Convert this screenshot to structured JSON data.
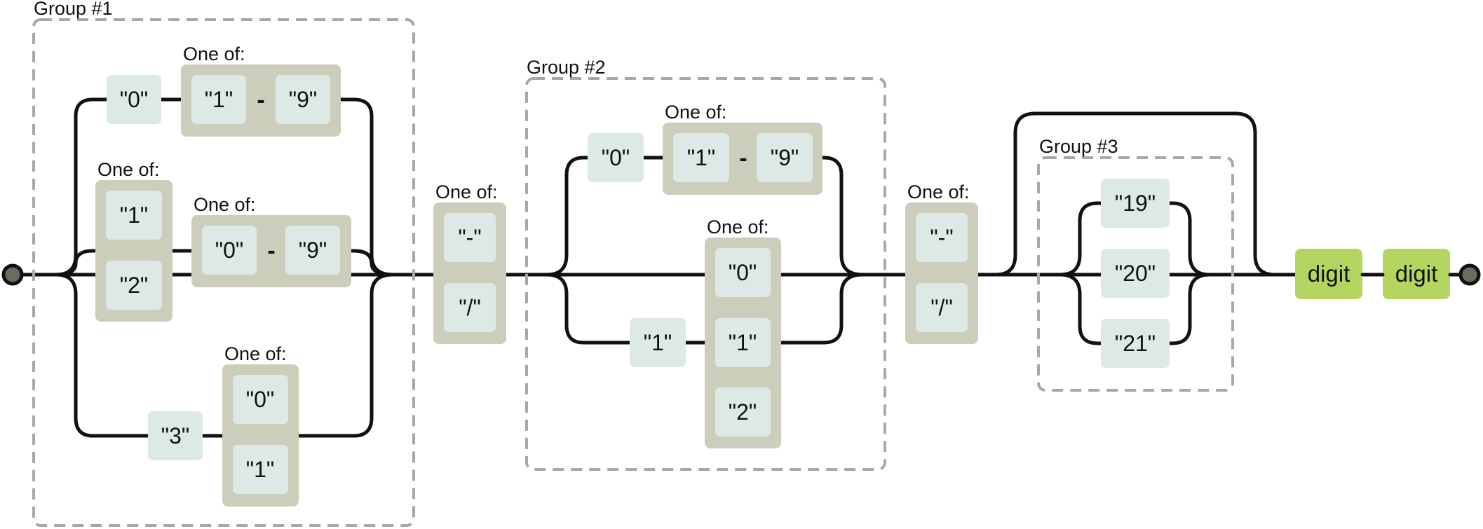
{
  "groups": {
    "g1": "Group #1",
    "g2": "Group #2",
    "g3": "Group #3"
  },
  "one_of": "One of:",
  "range_dash": "-",
  "g1": {
    "top_zero": "\"0\"",
    "top_from": "\"1\"",
    "top_to": "\"9\"",
    "mid_one": "\"1\"",
    "mid_two": "\"2\"",
    "mid_from": "\"0\"",
    "mid_to": "\"9\"",
    "bot_three": "\"3\"",
    "bot_zero": "\"0\"",
    "bot_one": "\"1\""
  },
  "sep1": {
    "dash": "\"-\"",
    "slash": "\"/\""
  },
  "g2": {
    "top_zero": "\"0\"",
    "top_from": "\"1\"",
    "top_to": "\"9\"",
    "bot_one": "\"1\"",
    "bot_zero": "\"0\"",
    "bot_one_b": "\"1\"",
    "bot_two": "\"2\""
  },
  "sep2": {
    "dash": "\"-\"",
    "slash": "\"/\""
  },
  "g3": {
    "c19": "\"19\"",
    "c20": "\"20\"",
    "c21": "\"21\""
  },
  "digit1": "digit",
  "digit2": "digit"
}
